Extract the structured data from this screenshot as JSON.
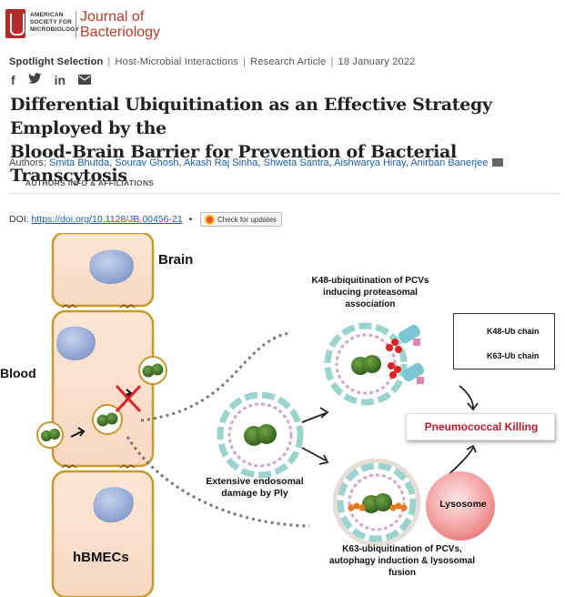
{
  "logo": {
    "society": "AMERICAN SOCIETY FOR MICROBIOLOGY",
    "journal_line1": "Journal of",
    "journal_line2": "Bacteriology"
  },
  "meta": {
    "category": "Spotlight Selection",
    "section": "Host-Microbial Interactions",
    "type": "Research Article",
    "date": "18 January 2022"
  },
  "social": {
    "facebook": "f",
    "twitter": "t",
    "linkedin": "in"
  },
  "article": {
    "title_line1": "Differential Ubiquitination as an Effective Strategy Employed by the",
    "title_line2": "Blood-Brain Barrier for Prevention of Bacterial Transcytosis",
    "authors_label": "Authors:",
    "authors": [
      "Smita Bhutda",
      "Sourav Ghosh",
      "Akash Raj Sinha",
      "Shweta Santra",
      "Aishwarya Hiray",
      "Anirban Banerjee"
    ],
    "affiliations_link": "AUTHORS INFO & AFFILIATIONS",
    "doi_label": "DOI:",
    "doi": "https://doi.org/10.1128/JB.00456-21",
    "check_updates": "Check for updates"
  },
  "figure": {
    "brain": "Brain",
    "blood": "Blood",
    "hbmecs": "hBMECs",
    "k48_l1": "K48-ubiquitination of PCVs",
    "k48_l2": "inducing proteasomal",
    "k48_l3": "association",
    "legend_k48": "K48-Ub chain",
    "legend_k63": "K63-Ub chain",
    "killing": "Pneumococcal Killing",
    "ext_l1": "Extensive endosomal",
    "ext_l2": "damage by Ply",
    "lysosome": "Lysosome",
    "k63_l1": "K63-ubiquitination of PCVs,",
    "k63_l2": "autophagy induction & lysosomal",
    "k63_l3": "fusion"
  }
}
